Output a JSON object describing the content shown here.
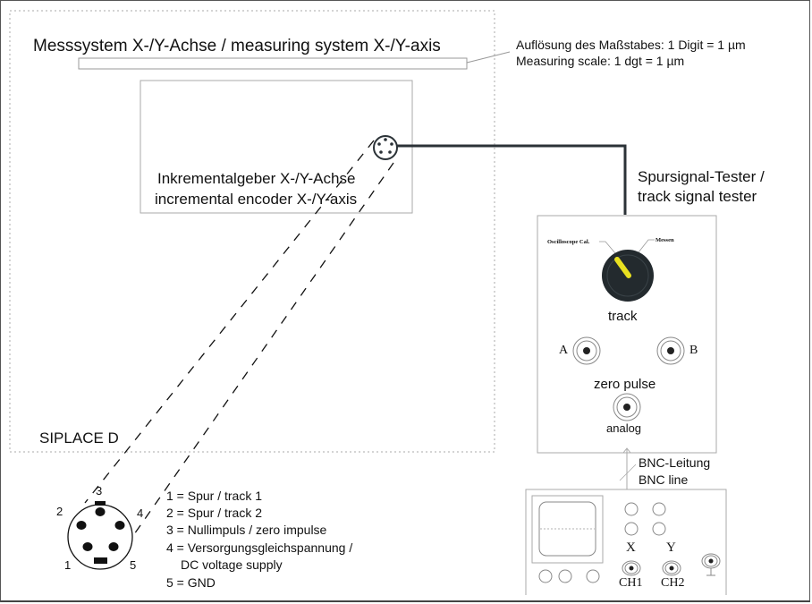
{
  "title": "Messsystem X-/Y-Achse / measuring system X-/Y-axis",
  "scale_note": {
    "line1": "Auflösung des Maßstabes: 1 Digit = 1 µm",
    "line2": "Measuring scale: 1 dgt = 1 µm"
  },
  "encoder": {
    "line1": "Inkrementalgeber X-/Y-Achse",
    "line2": "incremental encoder X-/Y-axis",
    "icon": "5-pin-connector-icon"
  },
  "machine_label": "SIPLACE D",
  "tester": {
    "title_line1": "Spursignal-Tester /",
    "title_line2": "track signal tester",
    "knob_label_left": "Oscilloscope Cal.",
    "knob_label_right": "Messen",
    "knob_label": "track",
    "socket_a": "A",
    "socket_b": "B",
    "zero_pulse_label": "zero pulse",
    "analog_label": "analog",
    "colors": {
      "knob": "#232a2e",
      "pointer": "#e8e020"
    }
  },
  "bnc": {
    "line1": "BNC-Leitung",
    "line2": "BNC line"
  },
  "oscilloscope": {
    "x_label": "X",
    "y_label": "Y",
    "ch1_label": "CH1",
    "ch2_label": "CH2"
  },
  "connector": {
    "pin_numbers": [
      "1",
      "2",
      "3",
      "4",
      "5"
    ],
    "legend": [
      "1 = Spur / track 1",
      "2 = Spur / track 2",
      "3 = Nullimpuls / zero impulse",
      "4 = Versorgungsgleichspannung /",
      "DC voltage supply",
      "5 = GND"
    ]
  }
}
